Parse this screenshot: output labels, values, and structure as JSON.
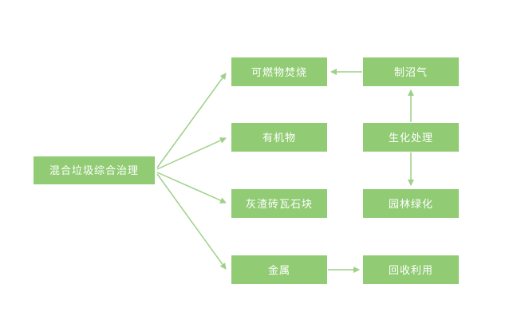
{
  "diagram": {
    "title": "mixed-waste-treatment-flowchart",
    "root": {
      "label": "混合垃圾综合治理"
    },
    "middle_column": [
      {
        "label": "可燃物焚烧"
      },
      {
        "label": "有机物"
      },
      {
        "label": "灰渣砖瓦石块"
      },
      {
        "label": "金属"
      }
    ],
    "right_column": [
      {
        "label": "制沼气"
      },
      {
        "label": "生化处理"
      },
      {
        "label": "园林绿化"
      },
      {
        "label": "回收利用"
      }
    ],
    "edges": [
      {
        "from": "混合垃圾综合治理",
        "to": "可燃物焚烧"
      },
      {
        "from": "混合垃圾综合治理",
        "to": "有机物"
      },
      {
        "from": "混合垃圾综合治理",
        "to": "灰渣砖瓦石块"
      },
      {
        "from": "混合垃圾综合治理",
        "to": "金属"
      },
      {
        "from": "制沼气",
        "to": "可燃物焚烧"
      },
      {
        "from": "生化处理",
        "to": "制沼气"
      },
      {
        "from": "生化处理",
        "to": "园林绿化"
      },
      {
        "from": "金属",
        "to": "回收利用"
      }
    ],
    "colors": {
      "box_fill": "#91cc75",
      "arrow": "#9ed187",
      "text": "#ffffff",
      "background": "#ffffff"
    }
  }
}
